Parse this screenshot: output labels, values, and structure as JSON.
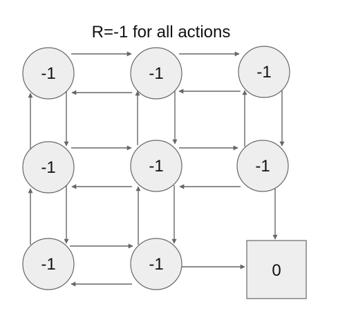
{
  "title": "R=-1 for all actions",
  "nodes": [
    {
      "id": "s00",
      "label": "-1"
    },
    {
      "id": "s01",
      "label": "-1"
    },
    {
      "id": "s02",
      "label": "-1"
    },
    {
      "id": "s10",
      "label": "-1"
    },
    {
      "id": "s11",
      "label": "-1"
    },
    {
      "id": "s12",
      "label": "-1"
    },
    {
      "id": "s20",
      "label": "-1"
    },
    {
      "id": "s21",
      "label": "-1"
    },
    {
      "id": "terminal",
      "label": "0"
    }
  ],
  "edges": [
    {
      "from": "s00",
      "to": "s01"
    },
    {
      "from": "s01",
      "to": "s00"
    },
    {
      "from": "s01",
      "to": "s02"
    },
    {
      "from": "s02",
      "to": "s01"
    },
    {
      "from": "s10",
      "to": "s11"
    },
    {
      "from": "s11",
      "to": "s10"
    },
    {
      "from": "s11",
      "to": "s12"
    },
    {
      "from": "s12",
      "to": "s11"
    },
    {
      "from": "s20",
      "to": "s21"
    },
    {
      "from": "s21",
      "to": "s20"
    },
    {
      "from": "s21",
      "to": "terminal"
    },
    {
      "from": "s00",
      "to": "s10"
    },
    {
      "from": "s10",
      "to": "s00"
    },
    {
      "from": "s10",
      "to": "s20"
    },
    {
      "from": "s20",
      "to": "s10"
    },
    {
      "from": "s01",
      "to": "s11"
    },
    {
      "from": "s11",
      "to": "s01"
    },
    {
      "from": "s11",
      "to": "s21"
    },
    {
      "from": "s21",
      "to": "s11"
    },
    {
      "from": "s02",
      "to": "s12"
    },
    {
      "from": "s12",
      "to": "s02"
    },
    {
      "from": "s12",
      "to": "terminal"
    }
  ],
  "colors": {
    "node_fill": "#eeeeee",
    "stroke": "#666666",
    "text": "#111111"
  }
}
